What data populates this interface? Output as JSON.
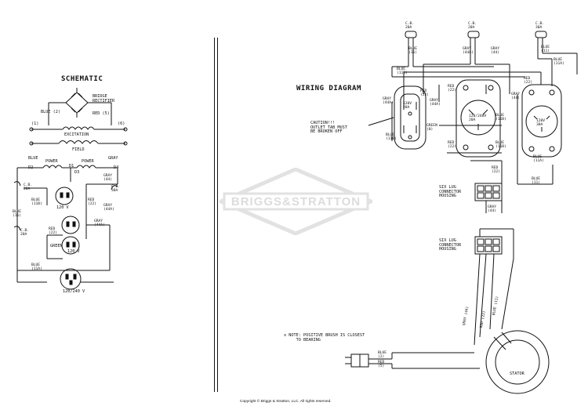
{
  "schematic": {
    "title": "SCHEMATIC",
    "bridge_rectifier": "BRIDGE\nRECTIFIER",
    "blue_2": "BLUE (2)",
    "red_5": "RED (5)",
    "label_1": "(1)",
    "label_6": "(6)",
    "excitation": "EXCITATION",
    "field": "FIELD",
    "power_left": "POWER",
    "power_right": "POWER",
    "d2": "D2",
    "d3": "D3",
    "d4": "D4",
    "blue_top": "BLUE",
    "gray_top": "GRAY",
    "cb_20a": "C.B.\n20A",
    "cb_30a": "C.B.\n30A",
    "cb_20a_left": "C.B.\n20A",
    "v120": "120 V",
    "v120_2": "120 V",
    "v120_240": "120/240 V",
    "green": "GREEN",
    "gray_44": "GRAY\n(44)",
    "gray_44a": "GRAY\n(44A)",
    "red_22": "RED\n(22)",
    "red_22_2": "RED\n(22)",
    "blue_11": "BLUE\n(11)",
    "blue_11b": "BLUE\n(11B)",
    "blue_11a": "BLUE\n(11A)",
    "gray_44a_2": "GRAY\n(44A)",
    "d1": "D1"
  },
  "wiring": {
    "title": "WIRING DIAGRAM",
    "cb1": "C.B.\n20A",
    "cb2": "C.B.\n20A",
    "cb3": "C.B.\n30A",
    "blue_11_a": "BLUE\n(11)",
    "gray_44a_a": "GRAY\n(44A)",
    "gray_44_a": "GRAY\n(44)",
    "blue_11_b": "BLUE\n(11)",
    "blue_11a_a": "BLUE\n(11A)",
    "blue_11b_a": "BLUE\n(11B)",
    "red_22_a": "RED\n(22)",
    "red_22_b": "RED\n(22)",
    "gray_44a_b": "GRAY\n(44A)",
    "gray_44a_c": "GRAY\n(44A)",
    "gray_44_b": "GRAY\n(44)",
    "red_22_c": "RED\n(22)",
    "outlet_120_20": "120V\n20A",
    "outlet_120_240": "120/240V\n20A",
    "outlet_120_30": "120V\n30A",
    "caution": "CAUTION!!!\nOUTLET TAB MUST\nBE BROKEN OFF",
    "green_0": "GREEN\n(0)",
    "blue_11b_b": "BLUE\n(11B)",
    "blue_11b_c": "BLUE\n(11B)",
    "red_22_d": "RED\n(22)",
    "blue_11b_d": "BLUE\n(11B)",
    "blue_11a_b": "BLUE\n(11A)",
    "red_22_e": "RED\n(22)",
    "blue_11_c": "BLUE\n(11)",
    "six_lug_1": "SIX LUG\nCONNECTOR\nHOUSING",
    "gray_44_c": "GRAY\n(44)",
    "six_lug_2": "SIX LUG\nCONNECTOR\nHOUSING",
    "note": "≡ NOTE: POSITIVE BRUSH IS CLOSEST\n     TO BEARING",
    "blue_2": "BLUE\n(2)",
    "red_5": "RED\n(5)",
    "stator": "STATOR",
    "gray_44_vert": "GRAY (44)",
    "red_22_vert": "RED (22)",
    "blue_11_vert": "BLUE (11)"
  },
  "watermark": "BRIGGS&STRATTON",
  "copyright": "Copyright © Briggs & Stratton, LLC. All rights reserved."
}
